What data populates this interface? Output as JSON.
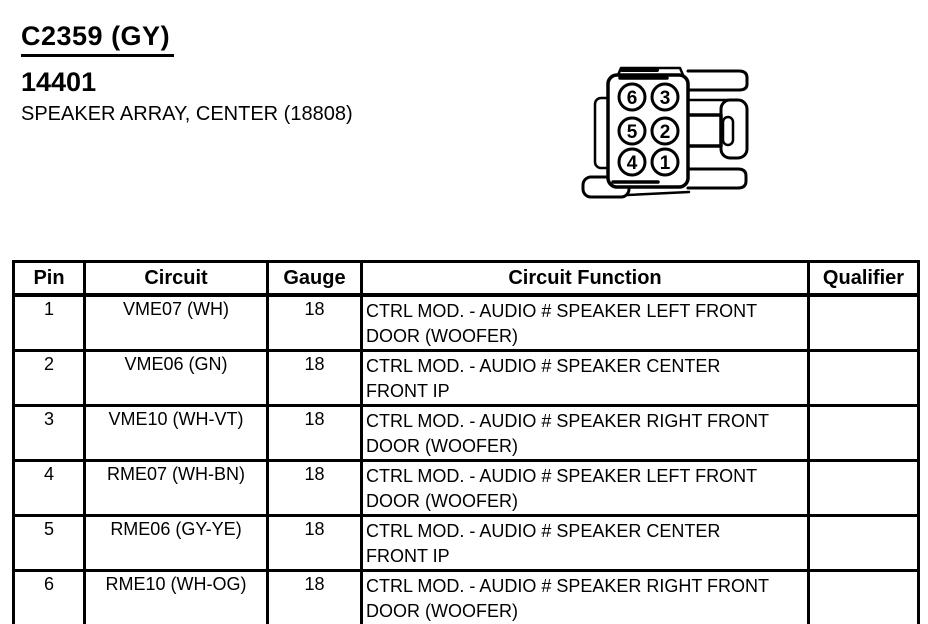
{
  "header": {
    "connector_id": "C2359 (GY)",
    "part_number": "14401",
    "description": "SPEAKER ARRAY, CENTER (18808)"
  },
  "connector": {
    "pins": [
      "6",
      "3",
      "5",
      "2",
      "4",
      "1"
    ]
  },
  "table": {
    "headers": [
      "Pin",
      "Circuit",
      "Gauge",
      "Circuit Function",
      "Qualifier"
    ],
    "rows": [
      {
        "pin": "1",
        "circuit": "VME07 (WH)",
        "gauge": "18",
        "function": "CTRL MOD. - AUDIO # SPEAKER LEFT FRONT\nDOOR (WOOFER)",
        "qualifier": ""
      },
      {
        "pin": "2",
        "circuit": "VME06 (GN)",
        "gauge": "18",
        "function": "CTRL MOD. - AUDIO # SPEAKER CENTER\nFRONT IP",
        "qualifier": ""
      },
      {
        "pin": "3",
        "circuit": "VME10 (WH-VT)",
        "gauge": "18",
        "function": "CTRL MOD. - AUDIO # SPEAKER RIGHT FRONT\nDOOR (WOOFER)",
        "qualifier": ""
      },
      {
        "pin": "4",
        "circuit": "RME07 (WH-BN)",
        "gauge": "18",
        "function": "CTRL MOD. - AUDIO # SPEAKER LEFT FRONT\nDOOR (WOOFER)",
        "qualifier": ""
      },
      {
        "pin": "5",
        "circuit": "RME06 (GY-YE)",
        "gauge": "18",
        "function": "CTRL MOD. - AUDIO # SPEAKER CENTER\nFRONT IP",
        "qualifier": ""
      },
      {
        "pin": "6",
        "circuit": "RME10 (WH-OG)",
        "gauge": "18",
        "function": "CTRL MOD. - AUDIO # SPEAKER RIGHT FRONT\nDOOR (WOOFER)",
        "qualifier": ""
      }
    ]
  },
  "colors": {
    "ink": "#000000",
    "paper": "#ffffff"
  }
}
